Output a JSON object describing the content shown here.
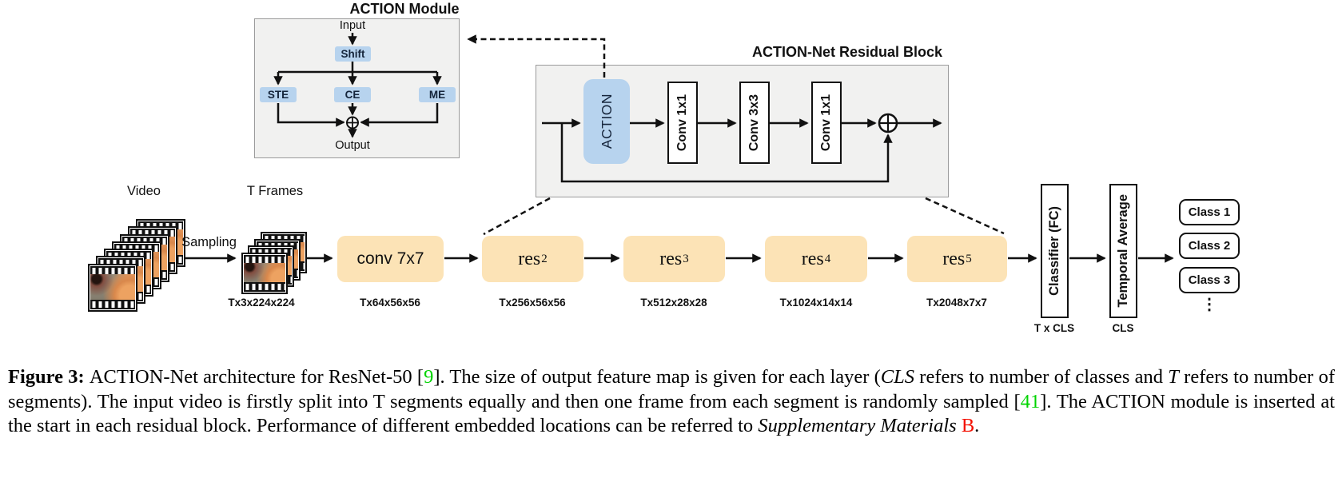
{
  "module": {
    "title": "ACTION Module",
    "input_label": "Input",
    "shift_label": "Shift",
    "branches": [
      "STE",
      "CE",
      "ME"
    ],
    "output_label": "Output"
  },
  "resblock": {
    "title": "ACTION-Net Residual Block",
    "action_label": "ACTION",
    "convs": [
      "Conv 1x1",
      "Conv 3x3",
      "Conv 1x1"
    ]
  },
  "pipeline": {
    "video_label": "Video",
    "sampling_label": "Sampling",
    "tframes_label": "T Frames",
    "tframes_dim": "Tx3x224x224",
    "conv_stage": {
      "label": "conv 7x7",
      "dim": "Tx64x56x56"
    },
    "res_stages": [
      {
        "base": "res",
        "sub": "2",
        "dim": "Tx256x56x56"
      },
      {
        "base": "res",
        "sub": "3",
        "dim": "Tx512x28x28"
      },
      {
        "base": "res",
        "sub": "4",
        "dim": "Tx1024x14x14"
      },
      {
        "base": "res",
        "sub": "5",
        "dim": "Tx2048x7x7"
      }
    ],
    "classifier": {
      "label": "Classifier (FC)",
      "dim": "T x CLS"
    },
    "temporal": {
      "label": "Temporal Average",
      "dim": "CLS"
    },
    "classes": [
      "Class 1",
      "Class 2",
      "Class 3"
    ],
    "more_classes": "⋮"
  },
  "colors": {
    "panel_gray": "#f1f1f0",
    "block_blue": "#b7d3ee",
    "stage_orange": "#fce3b6",
    "citation_green": "#00d400",
    "citation_red": "#f31000"
  },
  "caption": {
    "segments": [
      {
        "t": "Figure 3: ",
        "s": "b"
      },
      {
        "t": "ACTION-Net architecture for ResNet-50 [",
        "s": ""
      },
      {
        "t": "9",
        "s": "g"
      },
      {
        "t": "]. The size of output feature map is given for each layer (",
        "s": ""
      },
      {
        "t": "CLS",
        "s": "mi"
      },
      {
        "t": " refers to number of classes and ",
        "s": ""
      },
      {
        "t": "T",
        "s": "mi"
      },
      {
        "t": " refers to number of segments). The input video is firstly split into T segments equally and then one frame from each segment is randomly sampled [",
        "s": ""
      },
      {
        "t": "41",
        "s": "g"
      },
      {
        "t": "]. The ACTION module is inserted at the start in each residual block. Performance of different embedded locations can be referred to ",
        "s": ""
      },
      {
        "t": "Supplementary Materials",
        "s": "i"
      },
      {
        "t": " ",
        "s": ""
      },
      {
        "t": "B",
        "s": "r"
      },
      {
        "t": ".",
        "s": ""
      }
    ]
  }
}
